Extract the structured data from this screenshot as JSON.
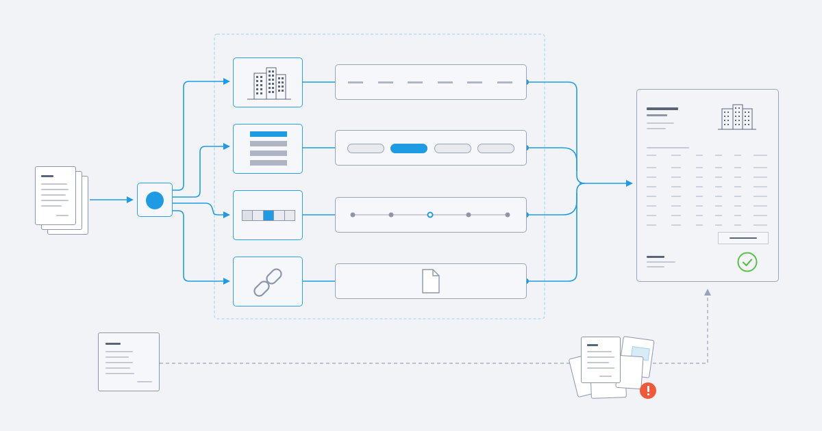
{
  "colors": {
    "accent": "#1f9be3",
    "border": "#9aa3b5",
    "success": "#5cbf4a",
    "warning": "#f05a3a",
    "background": "#f1f3f7"
  },
  "icons": {
    "source_docs": "document-stack-icon",
    "router": "router-node-icon",
    "entity": "building-icon",
    "table": "table-rows-icon",
    "grid": "grid-cells-icon",
    "link": "chain-link-icon",
    "file": "file-icon",
    "check": "check-circle-icon",
    "alert": "exclamation-icon"
  },
  "rows": [
    {
      "id": "entity",
      "output": "dashed-fields"
    },
    {
      "id": "table",
      "output": "pill-segments",
      "selected_segment": 2
    },
    {
      "id": "grid",
      "output": "timeline",
      "selected_point": 3
    },
    {
      "id": "link",
      "output": "file"
    }
  ],
  "final_document": {
    "status": "verified"
  },
  "exception_pile": {
    "status": "error"
  }
}
